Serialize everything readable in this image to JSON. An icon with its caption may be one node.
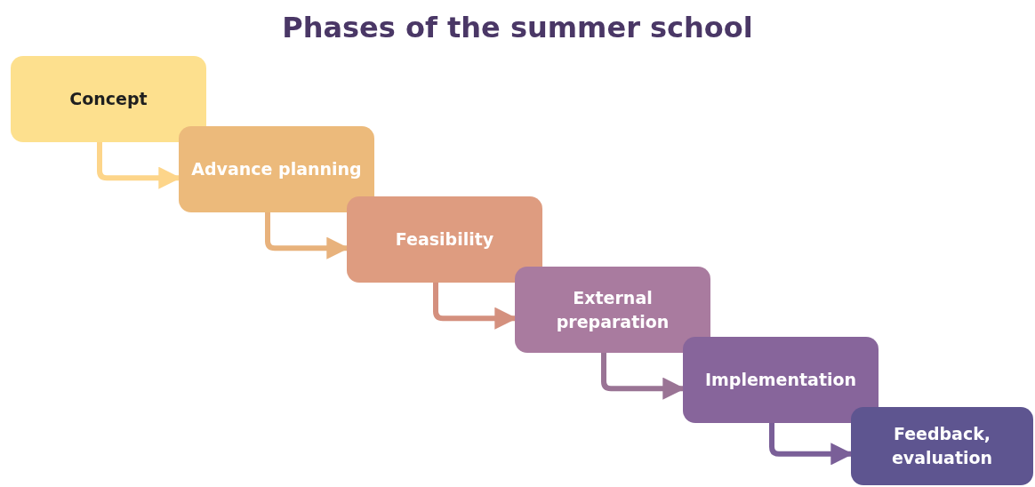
{
  "diagram": {
    "title": "Phases of the summer school",
    "nodes": [
      {
        "text": [
          "Concept"
        ]
      },
      {
        "text": [
          "Advance planning"
        ]
      },
      {
        "text": [
          "Feasibility"
        ]
      },
      {
        "text": [
          "External preparation"
        ]
      },
      {
        "text": [
          "Implementation"
        ]
      },
      {
        "text": [
          "Feedback, evaluation"
        ]
      }
    ],
    "edges": [
      {
        "from": 0,
        "to": 1,
        "arrow": "to",
        "color": "#fdd58a"
      },
      {
        "from": 1,
        "to": 2,
        "arrow": "to",
        "color": "#e8b27c"
      },
      {
        "from": 2,
        "to": 3,
        "arrow": "to",
        "color": "#d4907e"
      },
      {
        "from": 3,
        "to": 4,
        "arrow": "to",
        "color": "#9a7495"
      },
      {
        "from": 4,
        "to": 5,
        "arrow": "to",
        "color": "#7a5f98"
      }
    ]
  }
}
